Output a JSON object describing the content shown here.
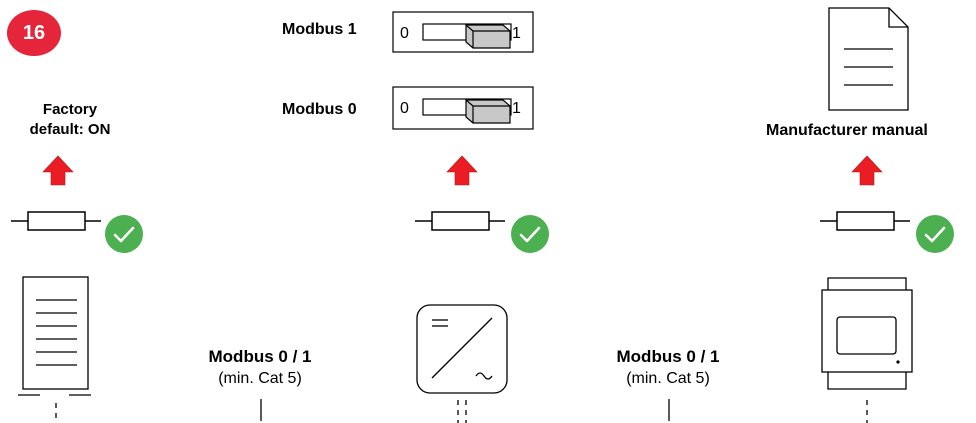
{
  "step_badge": "16",
  "left_device": {
    "label_line1": "Factory",
    "label_line2": "default: ON"
  },
  "modbus_switches": [
    {
      "label": "Modbus 1",
      "off": "0",
      "on": "1",
      "state": "on"
    },
    {
      "label": "Modbus 0",
      "off": "0",
      "on": "1",
      "state": "on"
    }
  ],
  "right_device": {
    "label": "Manufacturer manual"
  },
  "connections": [
    {
      "title": "Modbus 0 / 1",
      "subtitle": "(min. Cat 5)"
    },
    {
      "title": "Modbus 0 / 1",
      "subtitle": "(min. Cat 5)"
    }
  ],
  "colors": {
    "badge": "#e5253a",
    "arrow": "#ec1c24",
    "check": "#4caf50",
    "switch_knob": "#c8c8c8"
  }
}
